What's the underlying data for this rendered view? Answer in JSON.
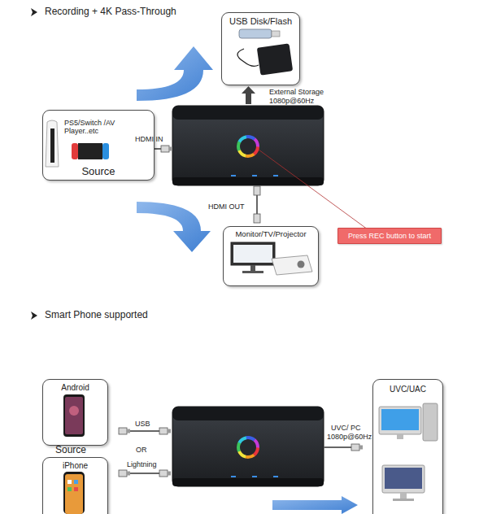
{
  "diagram": {
    "nodes": [
      {
        "text": [
          "USB Disk/Flash"
        ]
      },
      {
        "text": [
          "PS5/Switch /AV Player..etc",
          "Source"
        ]
      },
      {
        "text": [
          "Monitor/TV/Projector"
        ]
      },
      {
        "text": [
          "Press REC button to start"
        ]
      },
      {
        "text": [
          "Android"
        ]
      },
      {
        "text": [
          "iPhone"
        ]
      },
      {
        "text": [
          "UVC/UAC"
        ]
      }
    ],
    "labels": [
      "Recording + 4K Pass-Through",
      "External Storage",
      "1080p@60Hz",
      "HDMI IN",
      "HDMI OUT",
      "Smart Phone supported",
      "UVC/ PC",
      "1080p@60Hz",
      "Source",
      "USB",
      "OR",
      "Lightning"
    ]
  }
}
